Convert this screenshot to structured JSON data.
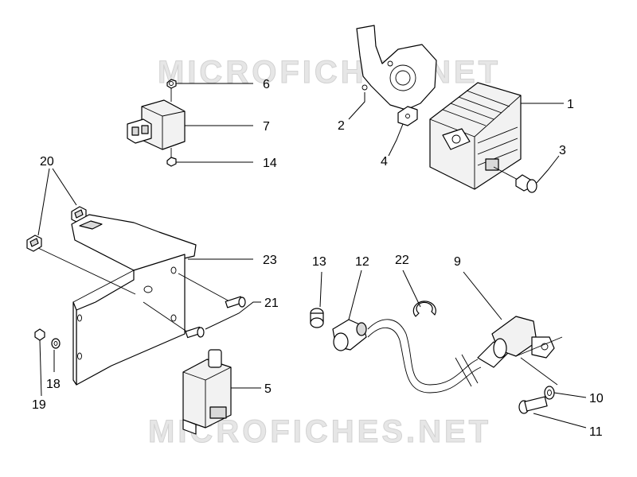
{
  "watermark": "MICROFICHES.NET",
  "callouts": {
    "c1": "1",
    "c2": "2",
    "c3": "3",
    "c4": "4",
    "c5": "5",
    "c6": "6",
    "c7": "7",
    "c9": "9",
    "c10": "10",
    "c11": "11",
    "c12": "12",
    "c13": "13",
    "c14": "14",
    "c18": "18",
    "c19": "19",
    "c20": "20",
    "c21": "21",
    "c22": "22",
    "c23": "23"
  }
}
